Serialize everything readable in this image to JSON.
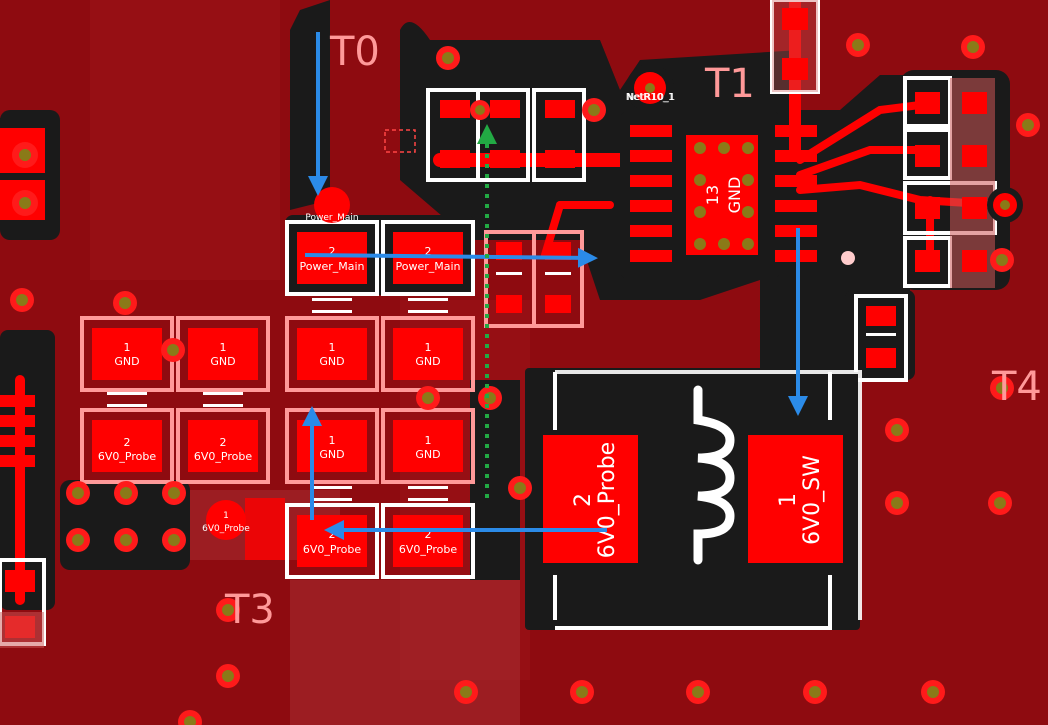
{
  "designators": {
    "t0": "T0",
    "t1": "T1",
    "t3": "T3",
    "t4": "T4"
  },
  "labels": {
    "netr10": "NetR10_1",
    "power_main_via": "Power_Main",
    "probe_via_num": "1",
    "probe_via": "6V0_Probe",
    "ic_pad_num": "13",
    "ic_pad_net": "GND"
  },
  "pads": {
    "p1": {
      "num": "2",
      "net": "Power_Main"
    },
    "p2": {
      "num": "2",
      "net": "Power_Main"
    },
    "p3": {
      "num": "1",
      "net": "GND"
    },
    "p4": {
      "num": "1",
      "net": "GND"
    },
    "p5": {
      "num": "1",
      "net": "GND"
    },
    "p6": {
      "num": "1",
      "net": "GND"
    },
    "p7": {
      "num": "2",
      "net": "6V0_Probe"
    },
    "p8": {
      "num": "2",
      "net": "6V0_Probe"
    },
    "p9": {
      "num": "1",
      "net": "GND"
    },
    "p10": {
      "num": "1",
      "net": "GND"
    },
    "p11": {
      "num": "2",
      "net": "6V0_Probe"
    },
    "p12": {
      "num": "2",
      "net": "6V0_Probe"
    }
  },
  "inductor": {
    "left": {
      "num": "2",
      "net": "6V0_Probe"
    },
    "right": {
      "num": "1",
      "net": "6V0_SW"
    }
  },
  "colors": {
    "board": "#8e0b10",
    "copper": "#ff0000",
    "silk": "#ffffff",
    "arrow": "#2b8be8",
    "via_ring": "#ff1a1a",
    "via_hole": "#8a7a18",
    "guide": "#22aa44"
  }
}
